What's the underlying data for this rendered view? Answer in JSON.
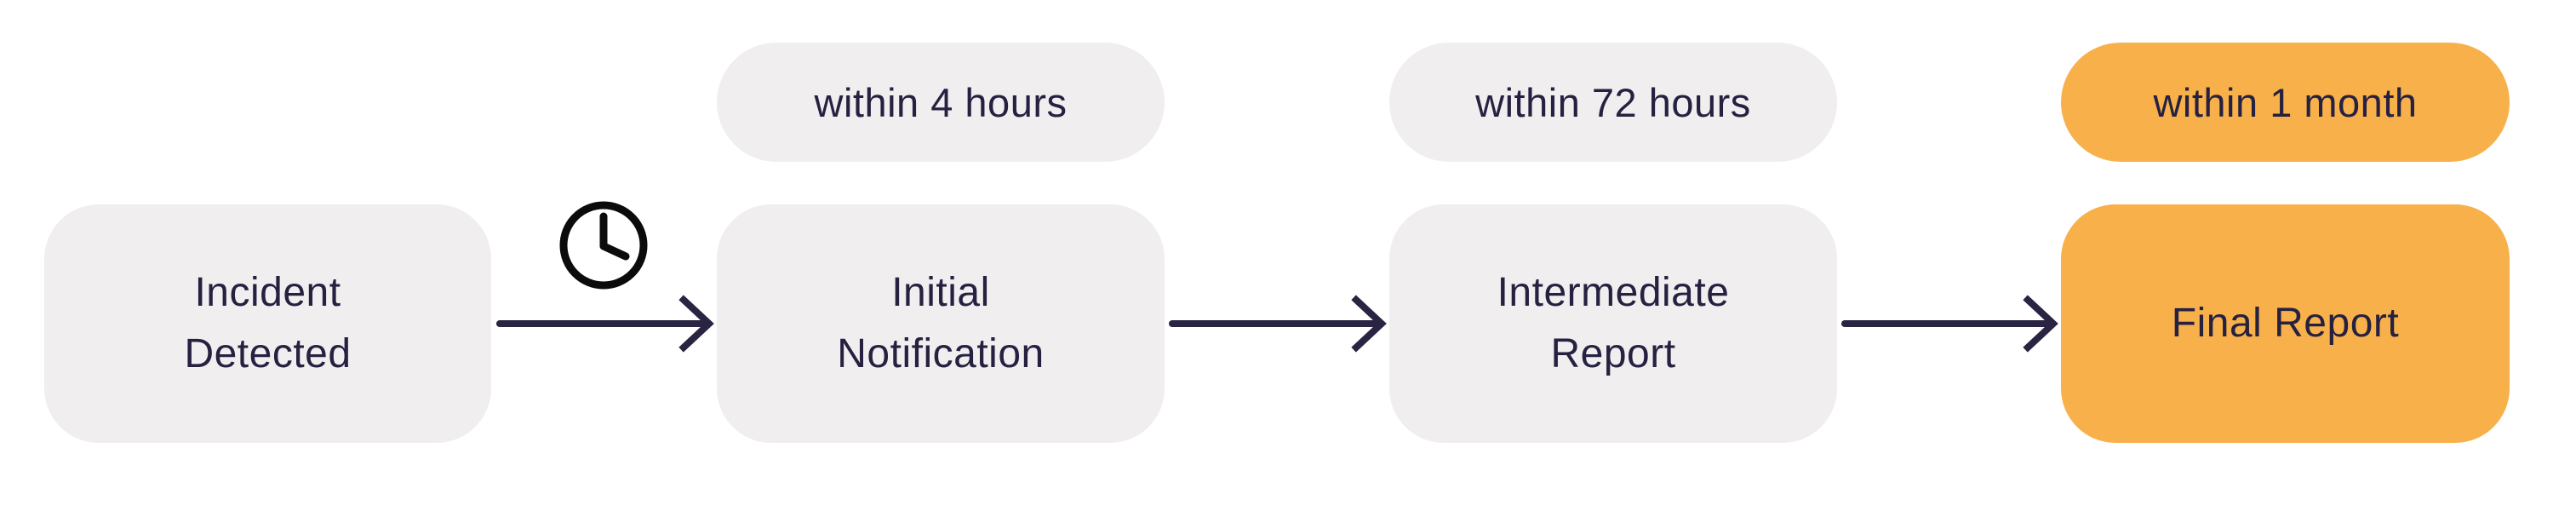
{
  "flow": {
    "stages": [
      {
        "label": "Incident\nDetected",
        "deadline": "",
        "style": "default"
      },
      {
        "label": "Initial\nNotification",
        "deadline": "within 4 hours",
        "style": "default"
      },
      {
        "label": "Intermediate\nReport",
        "deadline": "within 72 hours",
        "style": "default"
      },
      {
        "label": "Final Report",
        "deadline": "within 1 month",
        "style": "highlight"
      }
    ],
    "icons": {
      "clock": "clock-icon"
    },
    "colors": {
      "background": "#FFFFFF",
      "node_fill": "#F0EEEF",
      "highlight_fill": "#F8B14A",
      "text": "#262140",
      "arrow": "#2A2442",
      "clock_icon": "#0B0B0B"
    }
  }
}
